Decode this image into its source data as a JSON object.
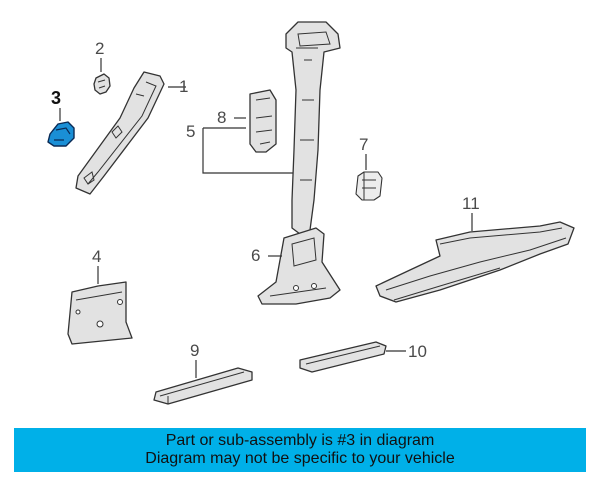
{
  "callouts": {
    "c1": "1",
    "c2": "2",
    "c3": "3",
    "c4": "4",
    "c5": "5",
    "c6": "6",
    "c7": "7",
    "c8": "8",
    "c9": "9",
    "c10": "10",
    "c11": "11"
  },
  "banner": {
    "line1": "Part or sub-assembly is #3 in diagram",
    "line2": "Diagram may not be specific to your vehicle"
  },
  "colors": {
    "highlight_part": "#1a8fd6",
    "banner_background": "#00b0e8"
  }
}
